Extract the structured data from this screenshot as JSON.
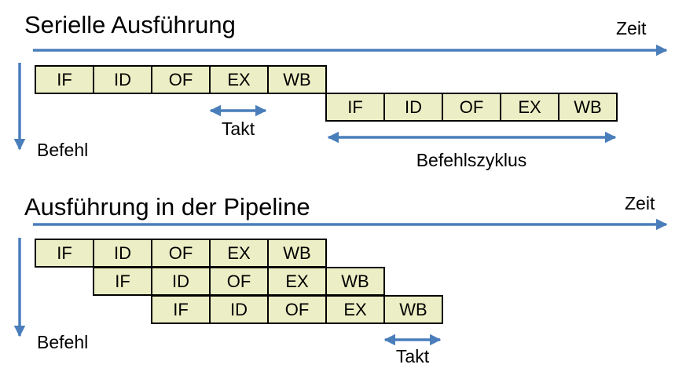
{
  "serial": {
    "title": "Serielle Ausführung",
    "time_axis_label": "Zeit",
    "instruction_axis_label": "Befehl",
    "clock_label": "Takt",
    "cycle_label": "Befehlszyklus",
    "rows": [
      [
        "IF",
        "ID",
        "OF",
        "EX",
        "WB"
      ],
      [
        "IF",
        "ID",
        "OF",
        "EX",
        "WB"
      ]
    ]
  },
  "pipeline": {
    "title": "Ausführung in der Pipeline",
    "time_axis_label": "Zeit",
    "instruction_axis_label": "Befehl",
    "clock_label": "Takt",
    "rows": [
      [
        "IF",
        "ID",
        "OF",
        "EX",
        "WB"
      ],
      [
        "IF",
        "ID",
        "OF",
        "EX",
        "WB"
      ],
      [
        "IF",
        "ID",
        "OF",
        "EX",
        "WB"
      ]
    ]
  },
  "colors": {
    "box_fill": "#ecefc5",
    "box_border": "#000000",
    "arrow": "#4a7ebb",
    "text": "#000000"
  }
}
